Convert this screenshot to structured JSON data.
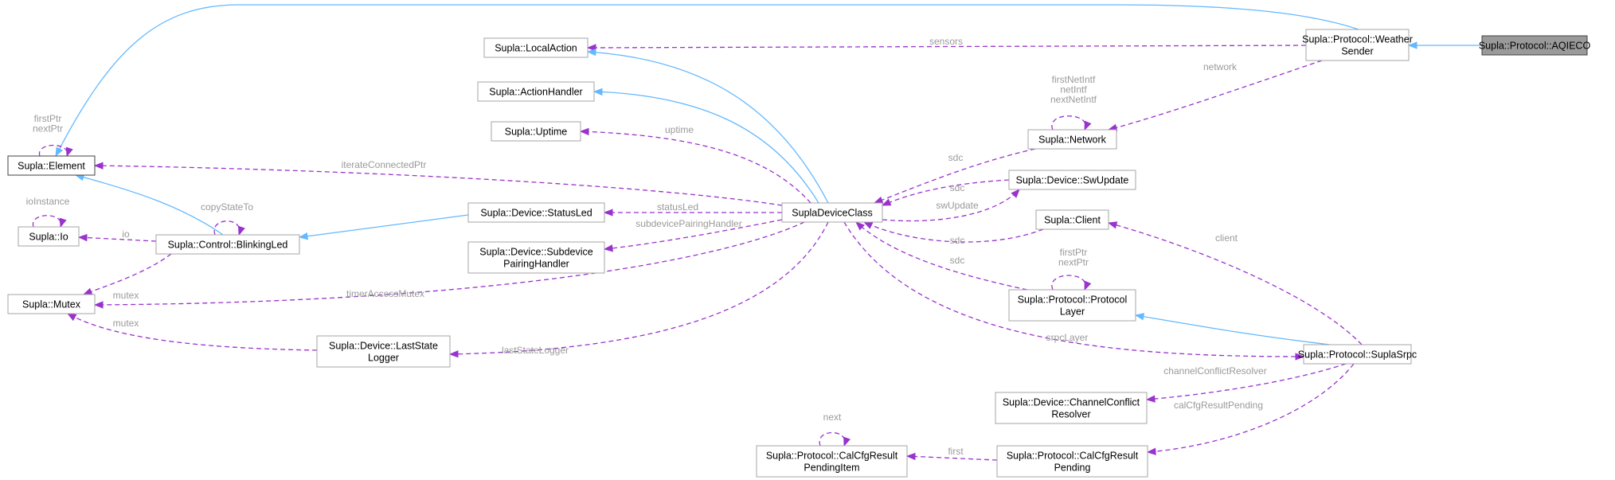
{
  "nodes": [
    {
      "id": "aqieco",
      "lines": [
        "Supla::Protocol::AQIECO"
      ],
      "kind": "focus"
    },
    {
      "id": "weather",
      "lines": [
        "Supla::Protocol::Weather",
        "Sender"
      ],
      "kind": "normal"
    },
    {
      "id": "element",
      "lines": [
        "Supla::Element"
      ],
      "kind": "root"
    },
    {
      "id": "localaction",
      "lines": [
        "Supla::LocalAction"
      ],
      "kind": "normal"
    },
    {
      "id": "actionhandler",
      "lines": [
        "Supla::ActionHandler"
      ],
      "kind": "normal"
    },
    {
      "id": "uptime",
      "lines": [
        "Supla::Uptime"
      ],
      "kind": "normal"
    },
    {
      "id": "statusled",
      "lines": [
        "Supla::Device::StatusLed"
      ],
      "kind": "normal"
    },
    {
      "id": "subdevice",
      "lines": [
        "Supla::Device::Subdevice",
        "PairingHandler"
      ],
      "kind": "normal"
    },
    {
      "id": "io",
      "lines": [
        "Supla::Io"
      ],
      "kind": "normal"
    },
    {
      "id": "blinking",
      "lines": [
        "Supla::Control::BlinkingLed"
      ],
      "kind": "normal"
    },
    {
      "id": "mutex",
      "lines": [
        "Supla::Mutex"
      ],
      "kind": "normal"
    },
    {
      "id": "laststate",
      "lines": [
        "Supla::Device::LastState",
        "Logger"
      ],
      "kind": "normal"
    },
    {
      "id": "sdc",
      "lines": [
        "SuplaDeviceClass"
      ],
      "kind": "normal"
    },
    {
      "id": "network",
      "lines": [
        "Supla::Network"
      ],
      "kind": "normal"
    },
    {
      "id": "swupdate",
      "lines": [
        "Supla::Device::SwUpdate"
      ],
      "kind": "normal"
    },
    {
      "id": "client",
      "lines": [
        "Supla::Client"
      ],
      "kind": "normal"
    },
    {
      "id": "protolayer",
      "lines": [
        "Supla::Protocol::Protocol",
        "Layer"
      ],
      "kind": "normal"
    },
    {
      "id": "srpc",
      "lines": [
        "Supla::Protocol::SuplaSrpc"
      ],
      "kind": "normal"
    },
    {
      "id": "conflict",
      "lines": [
        "Supla::Device::ChannelConflict",
        "Resolver"
      ],
      "kind": "normal"
    },
    {
      "id": "calcfg",
      "lines": [
        "Supla::Protocol::CalCfgResult",
        "Pending"
      ],
      "kind": "normal"
    },
    {
      "id": "calcfgitem",
      "lines": [
        "Supla::Protocol::CalCfgResult",
        "PendingItem"
      ],
      "kind": "normal"
    }
  ],
  "edges": [
    {
      "id": "aqieco-weather",
      "type": "inheritance",
      "label": ""
    },
    {
      "id": "weather-element",
      "type": "inheritance",
      "label": ""
    },
    {
      "id": "weather-localaction",
      "type": "usage",
      "label": "sensors"
    },
    {
      "id": "weather-network",
      "type": "usage",
      "label": "network"
    },
    {
      "id": "network-self",
      "type": "usage",
      "label": "firstNetIntf\nnetIntf\nnextNetIntf"
    },
    {
      "id": "element-self",
      "type": "usage",
      "label": "firstPtr\nnextPtr"
    },
    {
      "id": "sdc-localaction",
      "type": "inheritance",
      "label": ""
    },
    {
      "id": "sdc-actionhandler",
      "type": "inheritance",
      "label": ""
    },
    {
      "id": "sdc-uptime",
      "type": "usage",
      "label": "uptime"
    },
    {
      "id": "sdc-element",
      "type": "usage",
      "label": "iterateConnectedPtr"
    },
    {
      "id": "sdc-statusled",
      "type": "usage",
      "label": "statusLed"
    },
    {
      "id": "sdc-subdevice",
      "type": "usage",
      "label": "subdevicePairingHandler"
    },
    {
      "id": "sdc-mutex",
      "type": "usage",
      "label": "timerAccessMutex"
    },
    {
      "id": "sdc-laststate",
      "type": "usage",
      "label": "lastStateLogger"
    },
    {
      "id": "sdc-swupdate",
      "type": "usage",
      "label": "swUpdate"
    },
    {
      "id": "sdc-srpc",
      "type": "usage",
      "label": "srpcLayer"
    },
    {
      "id": "network-sdc",
      "type": "usage",
      "label": "sdc"
    },
    {
      "id": "swupdate-sdc",
      "type": "usage",
      "label": "sdc"
    },
    {
      "id": "client-sdc",
      "type": "usage",
      "label": "sdc"
    },
    {
      "id": "protolayer-sdc",
      "type": "usage",
      "label": "sdc"
    },
    {
      "id": "protolayer-self",
      "type": "usage",
      "label": "firstPtr\nnextPtr"
    },
    {
      "id": "statusled-blinking",
      "type": "inheritance",
      "label": ""
    },
    {
      "id": "blinking-element",
      "type": "inheritance",
      "label": ""
    },
    {
      "id": "blinking-io",
      "type": "usage",
      "label": "io"
    },
    {
      "id": "blinking-self",
      "type": "usage",
      "label": "copyStateTo"
    },
    {
      "id": "io-self",
      "type": "usage",
      "label": "ioInstance"
    },
    {
      "id": "blinking-mutex",
      "type": "usage",
      "label": "mutex"
    },
    {
      "id": "laststate-mutex",
      "type": "usage",
      "label": "mutex"
    },
    {
      "id": "srpc-protolayer",
      "type": "inheritance",
      "label": ""
    },
    {
      "id": "srpc-client",
      "type": "usage",
      "label": "client"
    },
    {
      "id": "srpc-conflict",
      "type": "usage",
      "label": "channelConflictResolver"
    },
    {
      "id": "srpc-calcfg",
      "type": "usage",
      "label": "calCfgResultPending"
    },
    {
      "id": "calcfg-calcfgitem",
      "type": "usage",
      "label": "first"
    },
    {
      "id": "calcfgitem-self",
      "type": "usage",
      "label": "next"
    }
  ],
  "colors": {
    "inheritance": "#63b8ff",
    "usage": "#9a32cd",
    "label": "#9a9a9a",
    "focus_fill": "#9a9a9a"
  }
}
